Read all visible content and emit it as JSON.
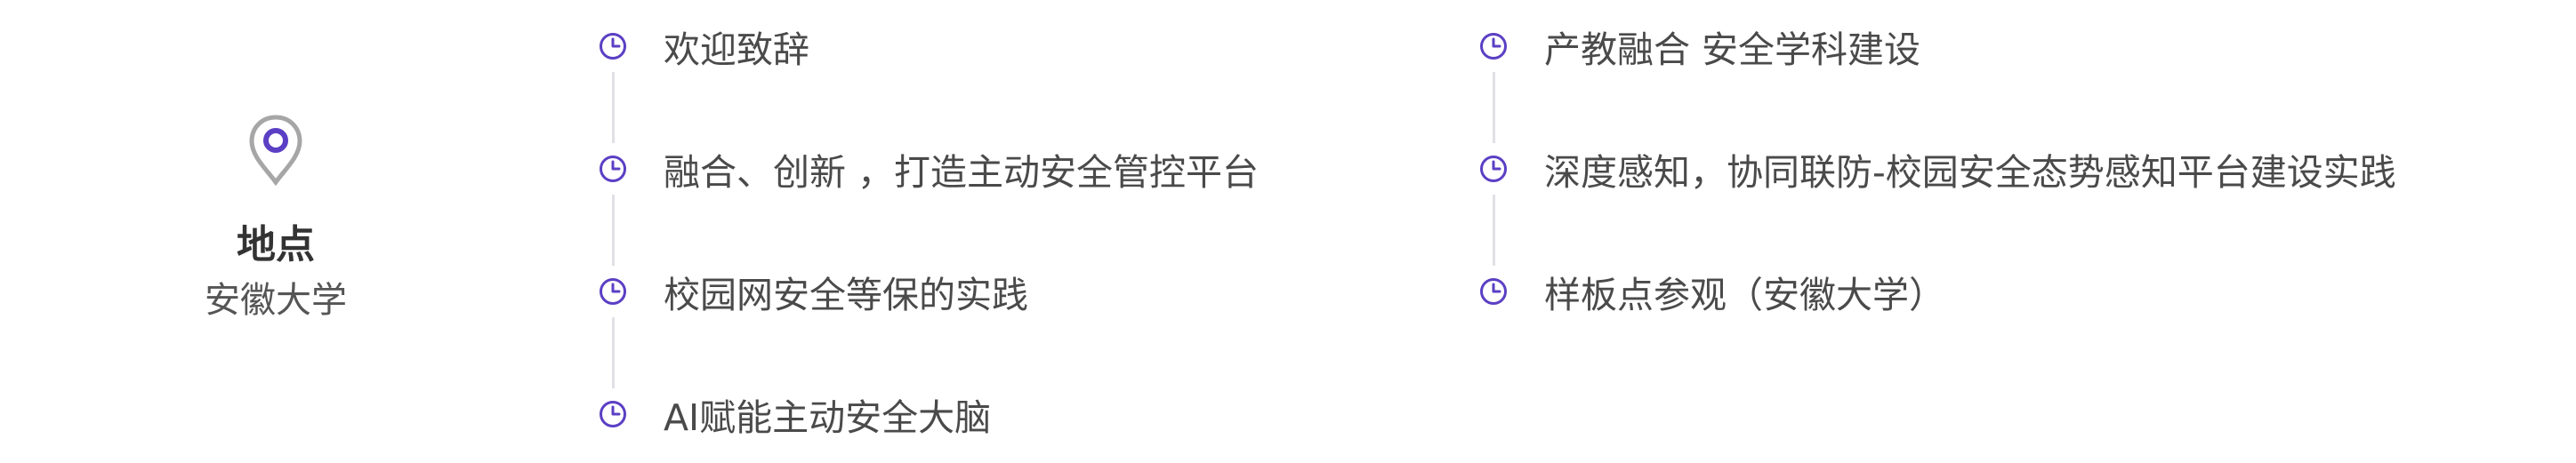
{
  "location": {
    "label": "地点",
    "value": "安徽大学",
    "icon": "map-pin-icon"
  },
  "colors": {
    "accent": "#5b3fc4",
    "pin": "#a6a6a6",
    "line": "#e0e0e6",
    "text": "#4a4a4a"
  },
  "agenda": {
    "column_left": [
      {
        "text": "欢迎致辞",
        "icon": "clock-icon"
      },
      {
        "text": "融合、创新 ，打造主动安全管控平台",
        "icon": "clock-icon"
      },
      {
        "text": "校园网安全等保的实践",
        "icon": "clock-icon"
      },
      {
        "text": "AI赋能主动安全大脑",
        "icon": "clock-icon"
      }
    ],
    "column_right": [
      {
        "text": "产教融合 安全学科建设",
        "icon": "clock-icon"
      },
      {
        "text": "深度感知，协同联防-校园安全态势感知平台建设实践",
        "icon": "clock-icon"
      },
      {
        "text": "样板点参观（安徽大学）",
        "icon": "clock-icon"
      }
    ]
  }
}
